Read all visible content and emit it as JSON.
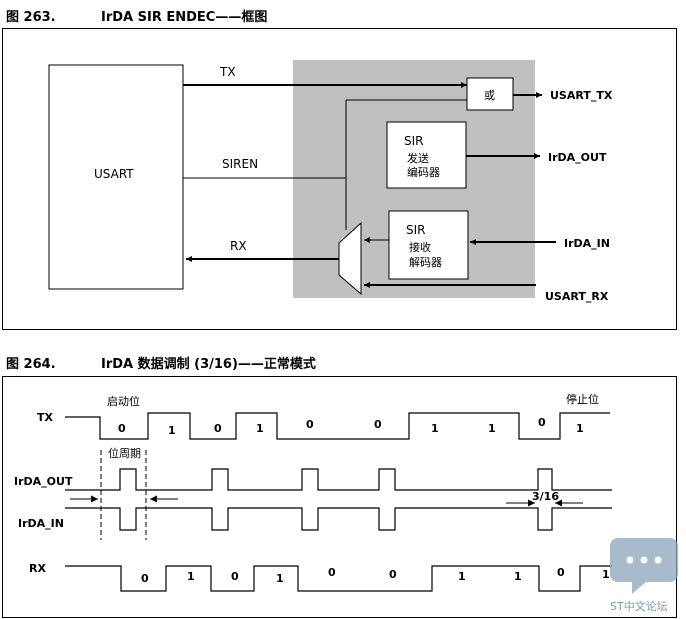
{
  "fig1": {
    "number": "图 263.",
    "title": "IrDA SIR ENDEC——框图",
    "usart": "USART",
    "tx": "TX",
    "siren": "SIREN",
    "rx": "RX",
    "or_gate": "或",
    "sir_enc_1": "SIR",
    "sir_enc_2": "发送",
    "sir_enc_3": "编码器",
    "sir_dec_1": "SIR",
    "sir_dec_2": "接收",
    "sir_dec_3": "解码器",
    "usart_tx": "USART_TX",
    "irda_out": "IrDA_OUT",
    "irda_in": "IrDA_IN",
    "usart_rx": "USART_RX"
  },
  "fig2": {
    "number": "图 264.",
    "title": "IrDA 数据调制 (3/16)——正常模式",
    "tx_label": "TX",
    "irda_out_label": "IrDA_OUT",
    "irda_in_label": "IrDA_IN",
    "rx_label": "RX",
    "start_bit": "启动位",
    "stop_bit": "停止位",
    "bit_period": "位周期",
    "ratio": "3/16",
    "tx_bits": [
      "0",
      "1",
      "0",
      "1",
      "0",
      "0",
      "1",
      "1",
      "0",
      "1"
    ],
    "rx_bits": [
      "0",
      "1",
      "0",
      "1",
      "0",
      "0",
      "1",
      "1",
      "0",
      "1"
    ]
  },
  "watermark": {
    "text": "ST中文论坛",
    "color": "#7d9bb3"
  }
}
